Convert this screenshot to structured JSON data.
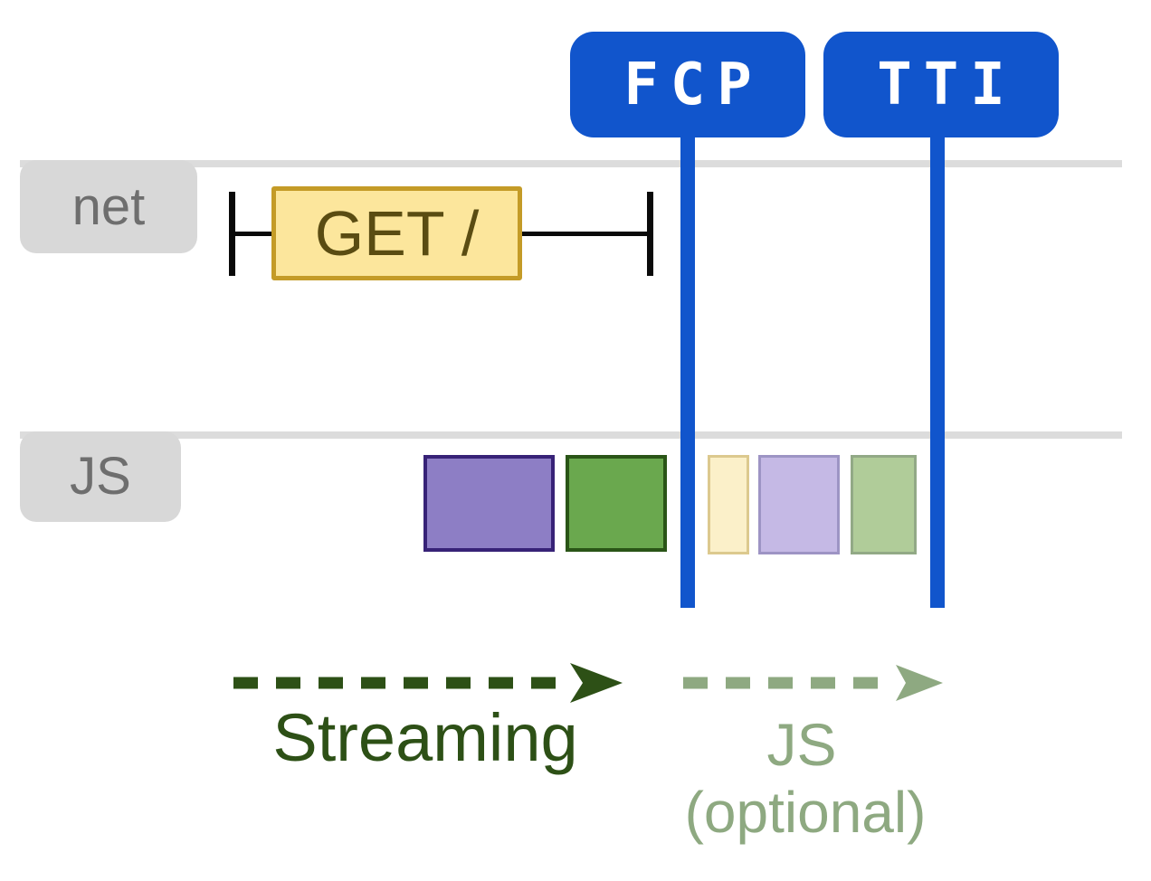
{
  "markers": {
    "fcp": "FCP",
    "tti": "TTI"
  },
  "lanes": {
    "net": "net",
    "js": "JS"
  },
  "network": {
    "request_label": "GET /"
  },
  "legend": {
    "streaming": "Streaming",
    "js": "JS",
    "optional": "(optional)"
  },
  "colors": {
    "badge-blue": "#1155cc",
    "lane-line": "#dcdcdc",
    "tab-bg": "#d8d8d8",
    "tab-text": "#6e6e6e",
    "whisker": "#0a0a0a",
    "request-fill": "#fce69c",
    "request-border": "#c49b27",
    "request-text": "#5a4c12",
    "task1-fill": "#8d7ec5",
    "task1-border": "#372277",
    "task2-fill": "#6aa84e",
    "task2-border": "#2a5517",
    "task3-fill": "#fbf0c9",
    "task3-border": "#dcc98e",
    "task4-fill": "#c5b9e5",
    "task4-border": "#9d94c4",
    "task5-fill": "#b0cc99",
    "task5-border": "#92a986",
    "streaming-green": "#2d5016",
    "optional-green": "#8ea981"
  }
}
